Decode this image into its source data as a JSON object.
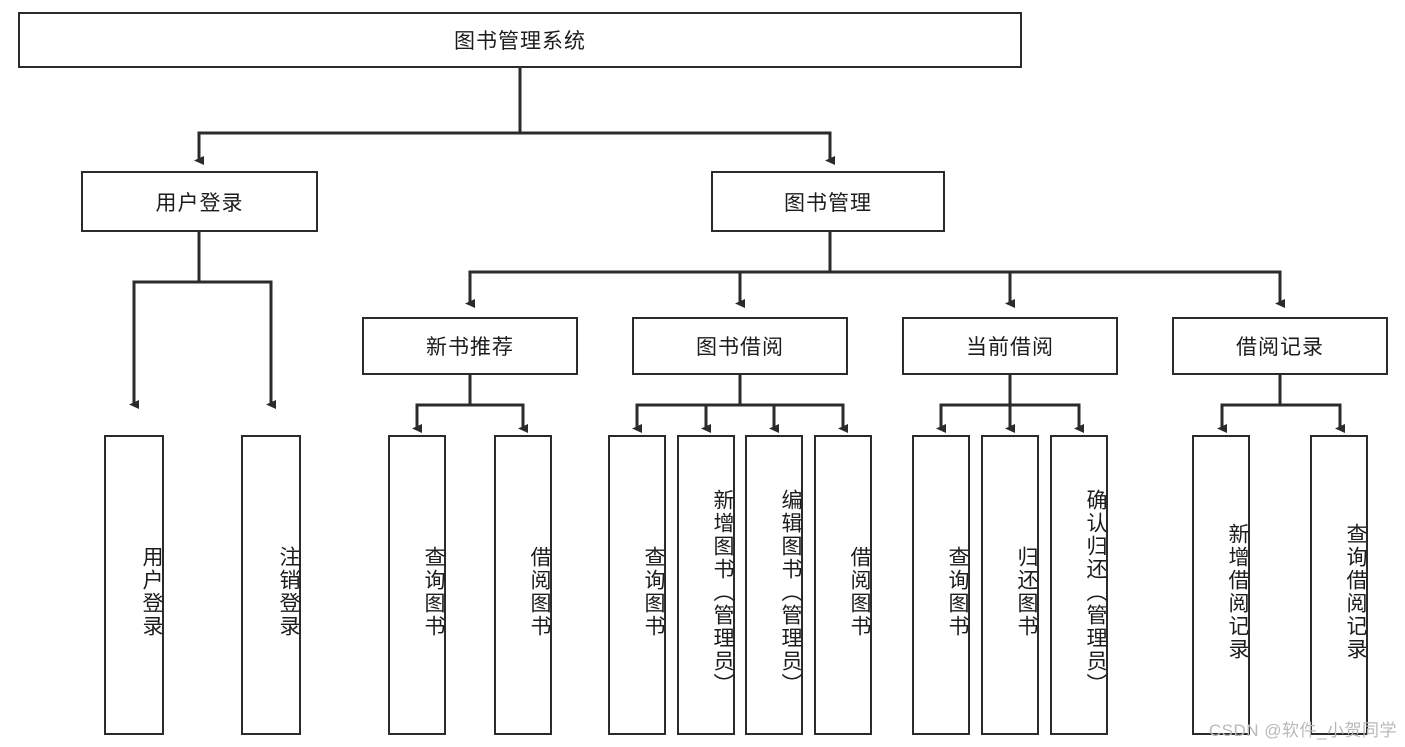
{
  "diagram": {
    "type": "tree",
    "title": "图书管理系统",
    "theme": {
      "stroke": "#2b2b2b",
      "fill": "#ffffff",
      "text": "#1c1c1c",
      "watermark_color": "#b9b9b9"
    },
    "root": {
      "label": "图书管理系统"
    },
    "level2": [
      {
        "label": "用户登录"
      },
      {
        "label": "图书管理"
      }
    ],
    "level3": [
      {
        "label": "新书推荐"
      },
      {
        "label": "图书借阅"
      },
      {
        "label": "当前借阅"
      },
      {
        "label": "借阅记录"
      }
    ],
    "leaves": {
      "user_login": [
        {
          "label": "用户登录"
        },
        {
          "label": "注销登录"
        }
      ],
      "new_book": [
        {
          "label": "查询图书"
        },
        {
          "label": "借阅图书"
        }
      ],
      "book_borrow": [
        {
          "label": "查询图书"
        },
        {
          "label": "新增图书（管理员）"
        },
        {
          "label": "编辑图书（管理员）"
        },
        {
          "label": "借阅图书"
        }
      ],
      "current_borrow": [
        {
          "label": "查询图书"
        },
        {
          "label": "归还图书"
        },
        {
          "label": "确认归还（管理员）"
        }
      ],
      "borrow_record": [
        {
          "label": "新增借阅记录"
        },
        {
          "label": "查询借阅记录"
        }
      ]
    }
  },
  "watermark": {
    "text": "CSDN @软件_小贺同学"
  }
}
